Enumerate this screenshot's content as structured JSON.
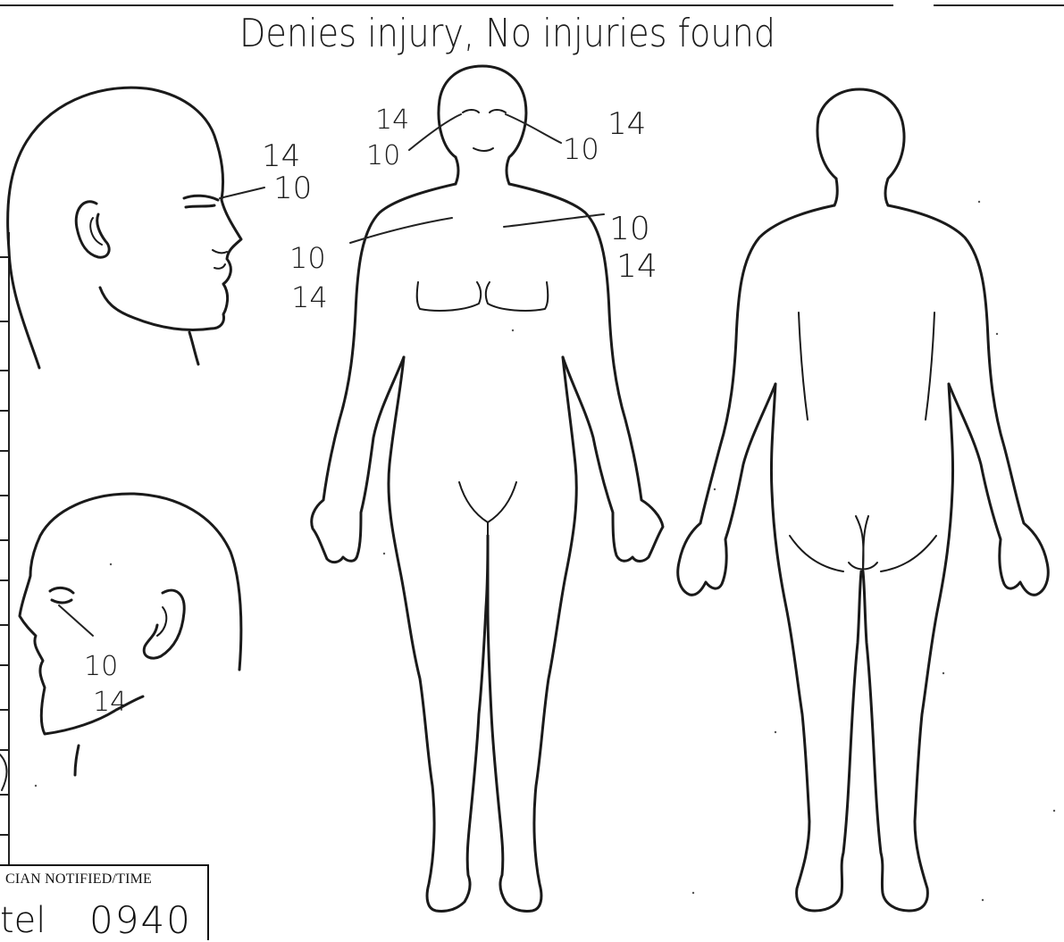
{
  "header_note": "Denies injury, No injuries found",
  "diagram_labels": {
    "side_head_top_number": "14",
    "side_head_bottom_number": "10",
    "face_left_top_number": "14",
    "face_left_bottom_number": "10",
    "face_right_number_10": "10",
    "face_right_number_14": "14",
    "chest_right_top_number": "10",
    "chest_right_bottom_number": "14",
    "chest_left_top_number": "10",
    "chest_left_bottom_number": "14",
    "lower_head_top_number": "10",
    "lower_head_bottom_number": "14"
  },
  "notification": {
    "label": "CIAN NOTIFIED/TIME",
    "name": "tel",
    "time": "0940"
  }
}
